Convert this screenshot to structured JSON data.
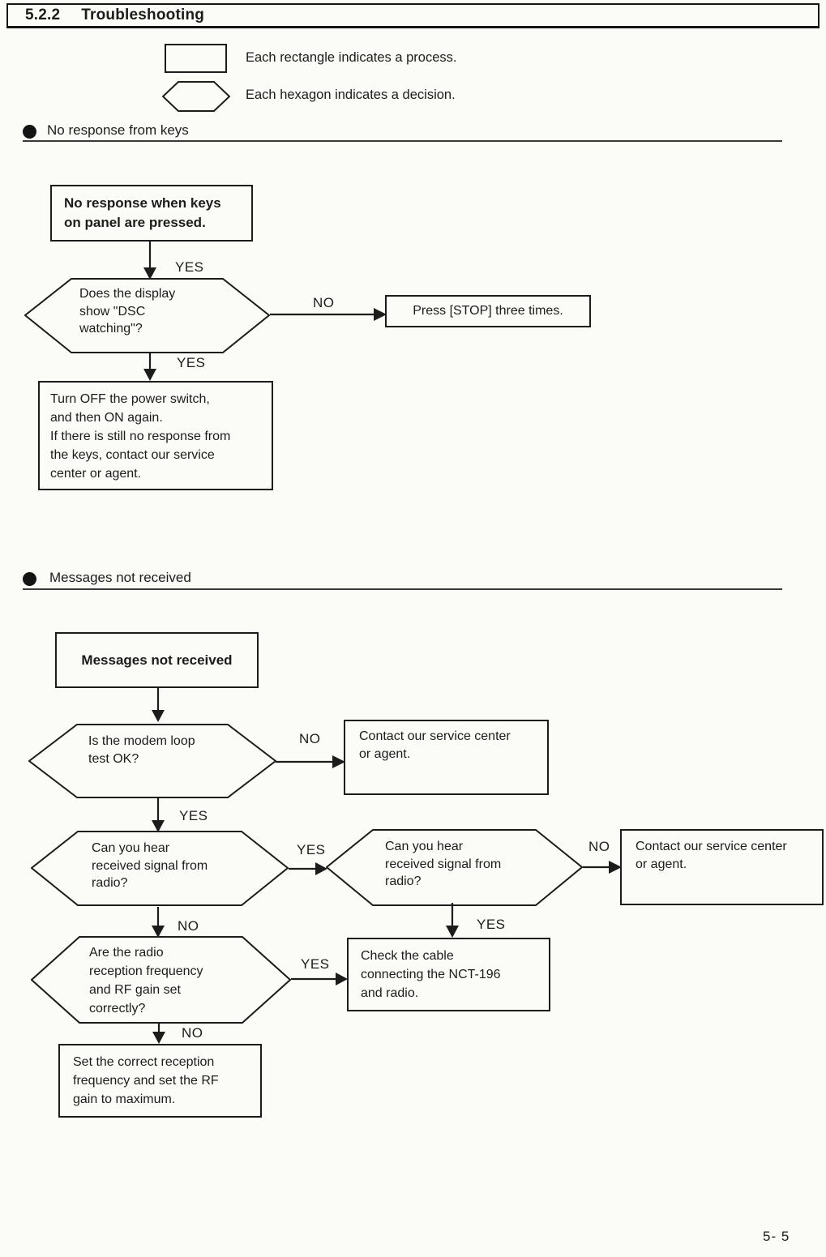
{
  "colors": {
    "ink": "#1c1c1c",
    "paper": "#fbfbf8"
  },
  "header": {
    "number": "5.2.2",
    "title": "Troubleshooting"
  },
  "legend": {
    "rectangle_text": "Each rectangle indicates a process.",
    "hexagon_text": "Each hexagon indicates a decision."
  },
  "labels": {
    "yes": "YES",
    "no": "NO"
  },
  "flow1": {
    "heading": "No response from keys",
    "start": "No response when keys\non panel are pressed.",
    "decision_display": "Does the display\nshow \"DSC\nwatching\"?",
    "press_stop": "Press [STOP] three times.",
    "power_cycle": "Turn OFF the power switch,\nand then ON again.\nIf there is still no response from\nthe keys, contact our service\ncenter or agent."
  },
  "flow2": {
    "heading": "Messages not received",
    "start": "Messages not received",
    "decision_modem_loop": "Is the modem loop\ntest OK?",
    "contact_service_1": "Contact our service center\nor agent.",
    "decision_hear_radio_1": "Can you hear\nreceived signal from\nradio?",
    "decision_hear_radio_2": "Can you hear\nreceived signal from\nradio?",
    "contact_service_2": "Contact our service center\nor agent.",
    "check_cable": "Check the cable\nconnecting the NCT-196\nand radio.",
    "decision_frequency": "Are the radio\nreception frequency\nand RF gain set\ncorrectly?",
    "set_frequency": "Set the correct reception\nfrequency and set the RF\ngain to maximum."
  },
  "footer": {
    "page_number": "5- 5"
  }
}
